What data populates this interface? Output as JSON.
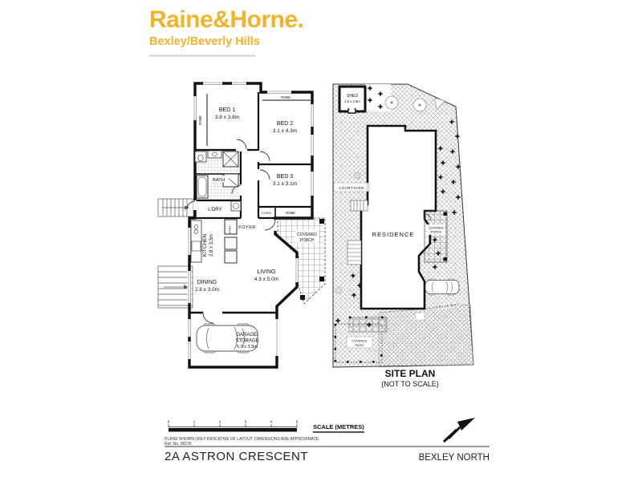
{
  "brand": {
    "name": "Raine&Horne.",
    "office": "Bexley/Beverly Hills",
    "gold": "#F3B229"
  },
  "floorplan": {
    "rooms": {
      "bed1": {
        "name": "BED 1",
        "dims": "3.8 x 3.8m"
      },
      "bed2": {
        "name": "BED 2",
        "dims": "3.1 x 4.3m"
      },
      "bed3": {
        "name": "BED 3",
        "dims": "3.1 x 3.1m"
      },
      "bath": {
        "name": "BATH"
      },
      "laundry": {
        "name": "L'DRY"
      },
      "kitchen": {
        "name": "KITCHEN",
        "dims": "2.8 x 3.3m"
      },
      "dining": {
        "name": "DINING",
        "dims": "2.8 x 3.0m"
      },
      "living": {
        "name": "LIVING",
        "dims": "4.3 x 5.0m"
      },
      "garage": {
        "line1": "GARAGE/",
        "line2": "STORAGE",
        "dims": "5.0 x 3.5m"
      },
      "foyer": {
        "name": "FOYER"
      },
      "porch": {
        "line1": "COVERED",
        "line2": "PORCH"
      },
      "robe_bed1": "ROBE",
      "robe_bed2": "ROBE",
      "robe_hall": "ROBE",
      "cupd": "CUP'D",
      "pantry": "PTRY"
    }
  },
  "siteplan": {
    "shed": {
      "name": "SHED",
      "dims": "2.5 x 2.5m"
    },
    "residence": "RESIDENCE",
    "porch": {
      "line1": "COVERED",
      "line2": "PORCH"
    },
    "courtyard": "COURTYARD",
    "patio": {
      "line1": "COVERED",
      "line2": "PATIO"
    },
    "driveway": "DRIVEWAY",
    "title": "SITE PLAN",
    "subtitle": "(NOT TO SCALE)"
  },
  "footer": {
    "scale_ticks": [
      "0",
      "1",
      "2",
      "3",
      "4",
      "5"
    ],
    "scale_label": "SCALE (METRES)",
    "disclaimer": "PLANS SHOWN ONLY INDICATIVE OF LAYOUT.  DIMENSIONS ARE APPROXIMATE.",
    "ref": "Ref. No. 95235",
    "address": "2A ASTRON CRESCENT",
    "suburb": "BEXLEY NORTH"
  }
}
